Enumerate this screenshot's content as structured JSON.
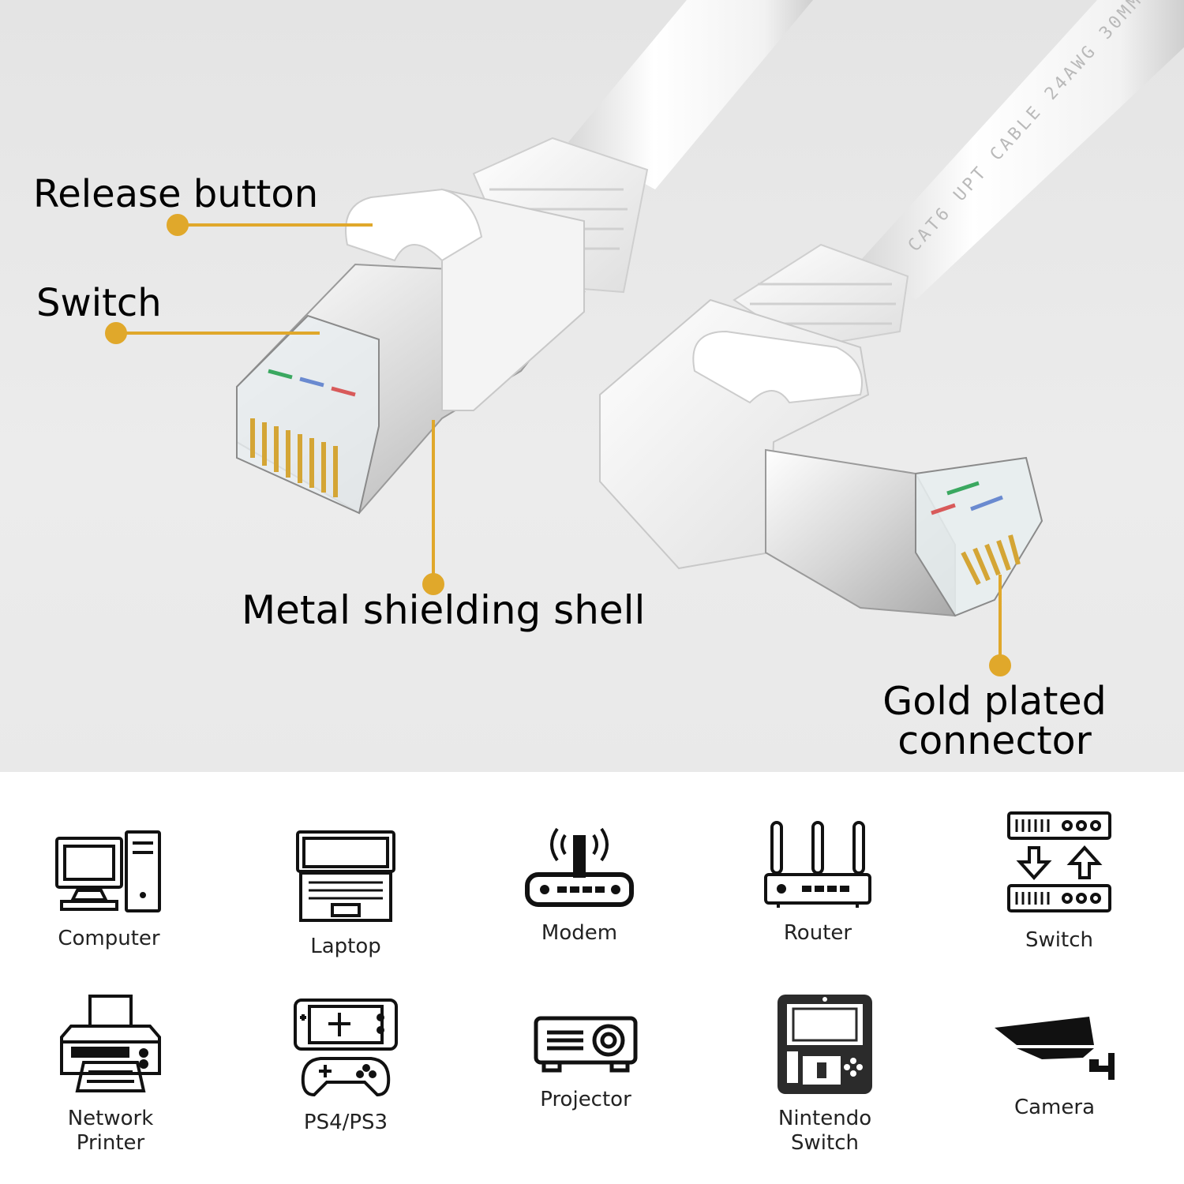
{
  "callouts": {
    "release_button": "Release button",
    "switch": "Switch",
    "metal_shell": "Metal shielding shell",
    "gold_connector": "Gold plated\nconnector"
  },
  "cable_print": "CAT6 UPT CABLE 24AWG 30MM",
  "accent_color": "#e0a82b",
  "devices": [
    {
      "label": "Computer",
      "icon": "computer-icon"
    },
    {
      "label": "Laptop",
      "icon": "laptop-icon"
    },
    {
      "label": "Modem",
      "icon": "modem-icon"
    },
    {
      "label": "Router",
      "icon": "router-icon"
    },
    {
      "label": "Switch",
      "icon": "network-switch-icon"
    },
    {
      "label": "Network\nPrinter",
      "icon": "printer-icon"
    },
    {
      "label": "PS4/PS3",
      "icon": "game-console-icon"
    },
    {
      "label": "Projector",
      "icon": "projector-icon"
    },
    {
      "label": "Nintendo\nSwitch",
      "icon": "nintendo-switch-icon"
    },
    {
      "label": "Camera",
      "icon": "security-camera-icon"
    }
  ]
}
